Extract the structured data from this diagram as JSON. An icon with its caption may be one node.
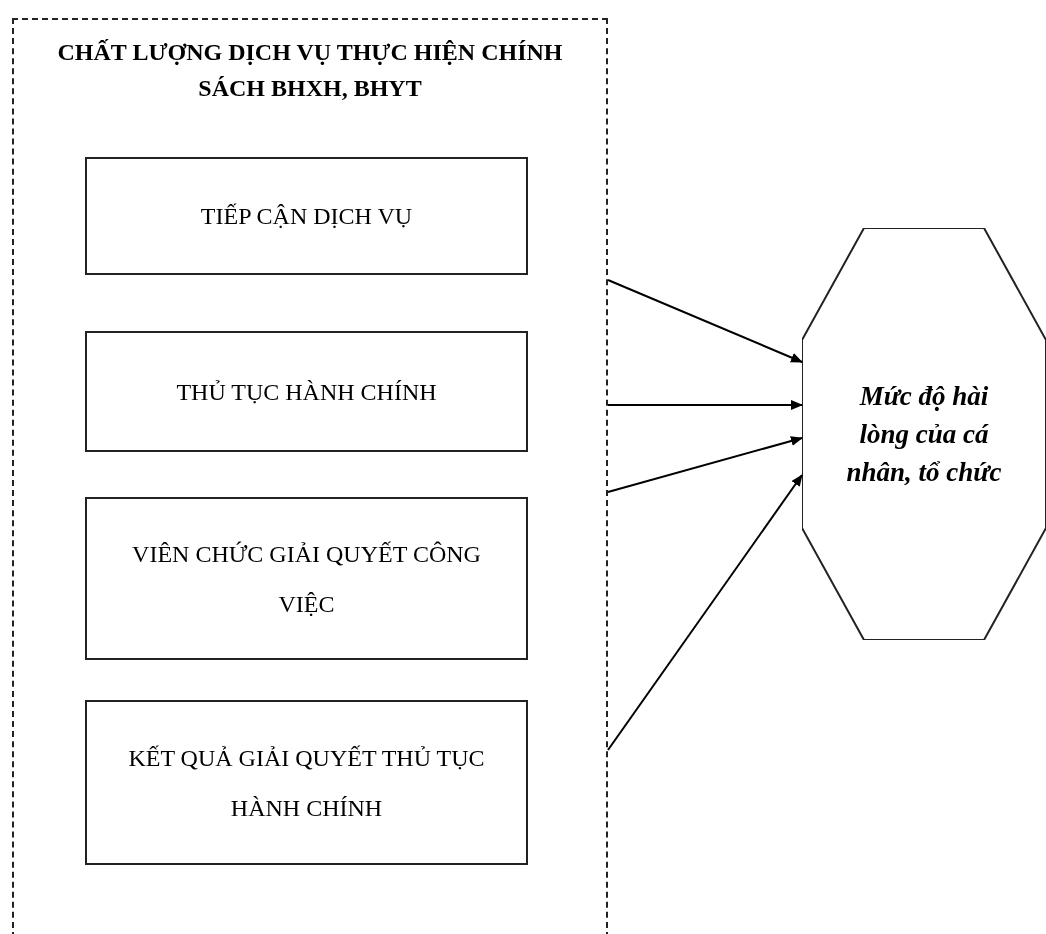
{
  "diagram": {
    "nodes": [
      {
        "text": [
          "CHẤT LƯỢNG DỊCH VỤ THỰC HIỆN CHÍNH SÁCH BHXH, BHYT"
        ]
      },
      {
        "text": [
          "TIẾP CẬN DỊCH VỤ"
        ],
        "in": 0
      },
      {
        "text": [
          "THỦ TỤC HÀNH CHÍNH"
        ],
        "in": 0
      },
      {
        "text": [
          "VIÊN CHỨC GIẢI QUYẾT CÔNG VIỆC"
        ],
        "in": 0
      },
      {
        "text": [
          "KẾT QUẢ GIẢI QUYẾT THỦ TỤC HÀNH CHÍNH"
        ],
        "in": 0
      },
      {
        "text": [
          "Mức độ hài lòng của cá nhân, tổ chức"
        ]
      }
    ],
    "edges": [
      {
        "from": 0,
        "to": 5,
        "arrow": "to"
      },
      {
        "from": 0,
        "to": 5,
        "arrow": "to"
      },
      {
        "from": 0,
        "to": 5,
        "arrow": "to"
      },
      {
        "from": 0,
        "to": 5,
        "arrow": "to"
      }
    ]
  }
}
